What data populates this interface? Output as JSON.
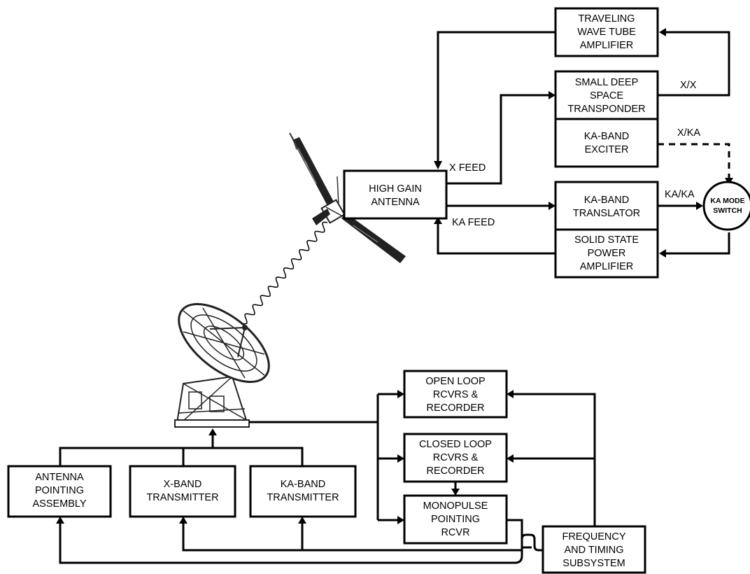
{
  "blocks": {
    "twta": [
      "TRAVELING",
      "WAVE TUBE",
      "AMPLIFIER"
    ],
    "sdst": [
      "SMALL DEEP",
      "SPACE",
      "TRANSPONDER"
    ],
    "ka_exciter": [
      "KA-BAND",
      "EXCITER"
    ],
    "hga": [
      "HIGH GAIN",
      "ANTENNA"
    ],
    "ka_translator": [
      "KA-BAND",
      "TRANSLATOR"
    ],
    "sspa": [
      "SOLID STATE",
      "POWER",
      "AMPLIFIER"
    ],
    "ka_mode_switch": [
      "KA MODE",
      "SWITCH"
    ],
    "open_loop": [
      "OPEN LOOP",
      "RCVRS &",
      "RECORDER"
    ],
    "closed_loop": [
      "CLOSED LOOP",
      "RCVRS &",
      "RECORDER"
    ],
    "monopulse": [
      "MONOPULSE",
      "POINTING",
      "RCVR"
    ],
    "antenna_pointing": [
      "ANTENNA",
      "POINTING",
      "ASSEMBLY"
    ],
    "x_transmitter": [
      "X-BAND",
      "TRANSMITTER"
    ],
    "ka_transmitter": [
      "KA-BAND",
      "TRANSMITTER"
    ],
    "freq_timing": [
      "FREQUENCY",
      "AND TIMING",
      "SUBSYSTEM"
    ]
  },
  "labels": {
    "x_feed": "X FEED",
    "ka_feed": "KA FEED",
    "xx": "X/X",
    "xka": "X/KA",
    "kaka": "KA/KA"
  },
  "colors": {
    "line": "#000000",
    "background": "#ffffff",
    "spacecraft_body": "#222222"
  },
  "icons": {
    "spacecraft": "spacecraft-icon",
    "ground_antenna": "dish-antenna-icon"
  }
}
